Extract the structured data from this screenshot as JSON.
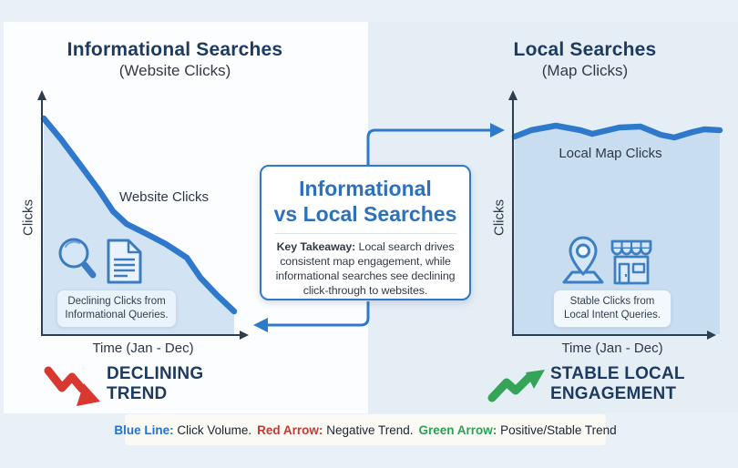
{
  "colors": {
    "page_background": "#e9f0f7",
    "left_panel_background": "#fcfdfe",
    "right_panel_background": "#e5edf5",
    "heading_navy": "#1d3a5f",
    "line_blue": "#2e79cb",
    "area_fill_left": "#d2e3f4",
    "area_fill_right": "#c9ddf0",
    "callout_title_blue": "#2d71bd",
    "negative_red": "#d8382f",
    "positive_green": "#35a457"
  },
  "left_panel": {
    "title": "Informational Searches",
    "subtitle": "(Website Clicks)",
    "chart": {
      "y_axis_label": "Clicks",
      "x_axis_label": "Time (Jan - Dec)",
      "series_label": "Website Clicks",
      "caption": "Declining Clicks from\nInformational Queries."
    },
    "icons": [
      "magnifier-icon",
      "document-icon"
    ],
    "trend_label": "DECLINING\nTREND",
    "trend_icon": "red-zigzag-down-arrow-icon"
  },
  "right_panel": {
    "title": "Local Searches",
    "subtitle": "(Map Clicks)",
    "chart": {
      "y_axis_label": "Clicks",
      "x_axis_label": "Time (Jan - Dec)",
      "series_label": "Local Map Clicks",
      "caption": "Stable Clicks from\nLocal Intent Queries."
    },
    "icons": [
      "map-pin-icon",
      "storefront-icon"
    ],
    "trend_label": "STABLE LOCAL\nENGAGEMENT",
    "trend_icon": "green-zigzag-up-arrow-icon"
  },
  "center_callout": {
    "title": "Informational\nvs Local Searches",
    "takeaway_label": "Key Takeaway:",
    "takeaway_text": " Local search drives consistent map engagement, while informational searches see declining click-through to websites."
  },
  "legend": {
    "items": [
      {
        "label": "Blue Line:",
        "text": "Click Volume.",
        "color": "#2970c8"
      },
      {
        "label": "Red Arrow:",
        "text": "Negative Trend.",
        "color": "#c23a32"
      },
      {
        "label": "Green Arrow:",
        "text": "Positive/Stable Trend",
        "color": "#2f9e57"
      }
    ]
  },
  "chart_data": [
    {
      "type": "line",
      "panel": "left",
      "title": "Informational Searches (Website Clicks)",
      "xlabel": "Time (Jan - Dec)",
      "ylabel": "Clicks",
      "x_tick_labels_visible": false,
      "y_tick_labels_visible": false,
      "fill": "area",
      "trend": "declining",
      "units": "relative (no numeric axis shown)",
      "series": [
        {
          "name": "Website Clicks",
          "values": [
            100,
            89,
            78,
            67,
            57,
            51,
            46,
            42,
            36,
            28,
            20,
            12
          ]
        }
      ]
    },
    {
      "type": "line",
      "panel": "right",
      "title": "Local Searches (Map Clicks)",
      "xlabel": "Time (Jan - Dec)",
      "ylabel": "Clicks",
      "x_tick_labels_visible": false,
      "y_tick_labels_visible": false,
      "fill": "area",
      "trend": "stable",
      "units": "relative (no numeric axis shown)",
      "series": [
        {
          "name": "Local Map Clicks",
          "values": [
            93,
            95,
            97,
            95,
            93,
            96,
            96,
            92,
            91,
            95,
            96,
            95
          ]
        }
      ]
    }
  ]
}
